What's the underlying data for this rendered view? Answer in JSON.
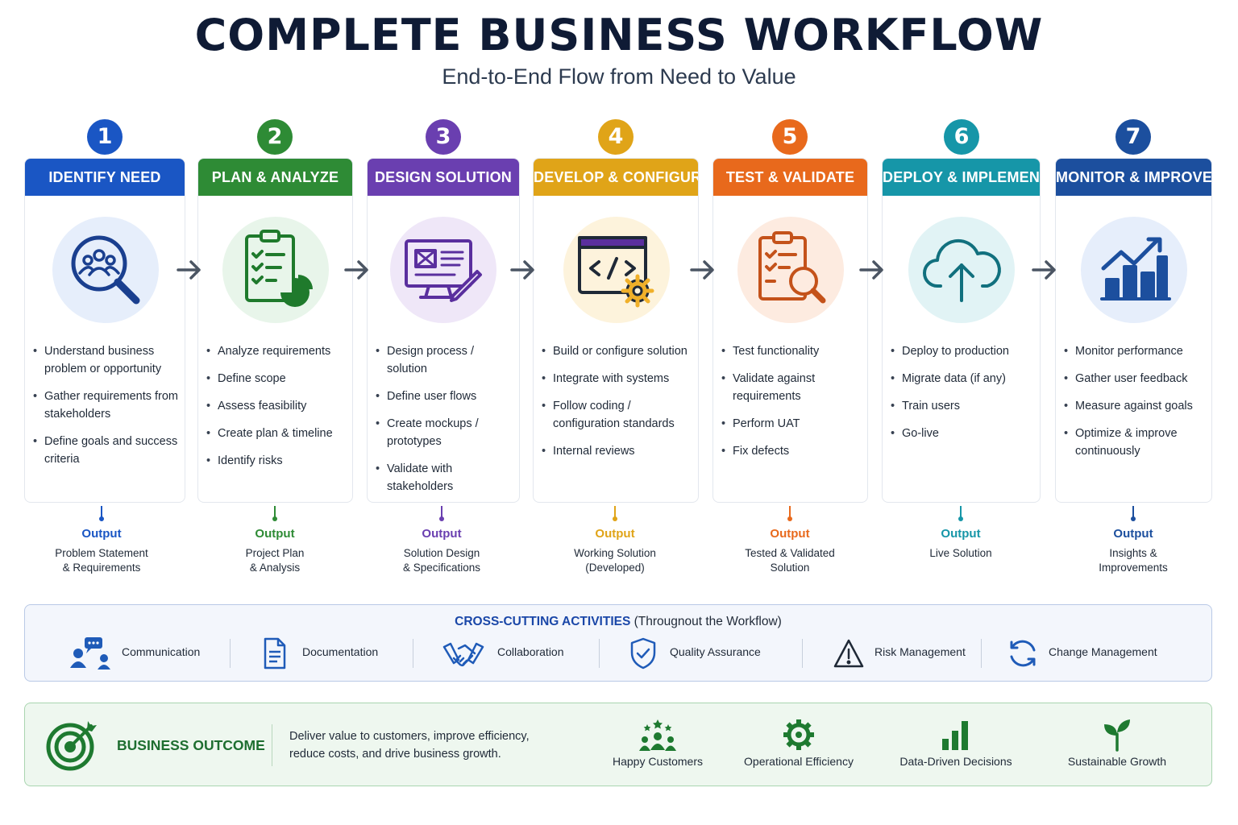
{
  "title": "COMPLETE BUSINESS WORKFLOW",
  "subtitle": "End-to-End Flow from Need to Value",
  "steps": [
    {
      "number": "1",
      "title": "IDENTIFY NEED",
      "color": "#1a56c4",
      "tint": "#e6eefb",
      "icon": "search-people-icon",
      "bullets": [
        "Understand business problem or opportunity",
        "Gather requirements from stakeholders",
        "Define goals and success criteria"
      ],
      "output_label": "Output",
      "output": "Problem Statement\n& Requirements"
    },
    {
      "number": "2",
      "title": "PLAN & ANALYZE",
      "color": "#2e8b35",
      "tint": "#e8f5ea",
      "icon": "clipboard-chart-icon",
      "bullets": [
        "Analyze requirements",
        "Define scope",
        "Assess feasibility",
        "Create plan & timeline",
        "Identify risks"
      ],
      "output_label": "Output",
      "output": "Project Plan\n& Analysis"
    },
    {
      "number": "3",
      "title": "DESIGN SOLUTION",
      "color": "#6a3fb0",
      "tint": "#efe7f8",
      "icon": "design-monitor-icon",
      "bullets": [
        "Design process / solution",
        "Define user flows",
        "Create mockups / prototypes",
        "Validate with stakeholders"
      ],
      "output_label": "Output",
      "output": "Solution Design\n& Specifications"
    },
    {
      "number": "4",
      "title": "DEVELOP & CONFIGURE",
      "color": "#e0a418",
      "tint": "#fdf3dc",
      "icon": "code-gear-icon",
      "bullets": [
        "Build or configure solution",
        "Integrate with systems",
        "Follow coding / configuration standards",
        "Internal reviews"
      ],
      "output_label": "Output",
      "output": "Working Solution\n(Developed)"
    },
    {
      "number": "5",
      "title": "TEST & VALIDATE",
      "color": "#e8691c",
      "tint": "#fdebe0",
      "icon": "checklist-magnifier-icon",
      "bullets": [
        "Test functionality",
        "Validate against requirements",
        "Perform UAT",
        "Fix defects"
      ],
      "output_label": "Output",
      "output": "Tested & Validated\nSolution"
    },
    {
      "number": "6",
      "title": "DEPLOY & IMPLEMENT",
      "color": "#1696a8",
      "tint": "#e1f3f5",
      "icon": "cloud-upload-icon",
      "bullets": [
        "Deploy to production",
        "Migrate data (if any)",
        "Train users",
        "Go-live"
      ],
      "output_label": "Output",
      "output": "Live Solution"
    },
    {
      "number": "7",
      "title": "MONITOR & IMPROVE",
      "color": "#1c4f9e",
      "tint": "#e6eefb",
      "icon": "growth-chart-icon",
      "bullets": [
        "Monitor performance",
        "Gather user feedback",
        "Measure against goals",
        "Optimize & improve continuously"
      ],
      "output_label": "Output",
      "output": "Insights &\nImprovements"
    }
  ],
  "cross_cutting": {
    "title_strong": "CROSS-CUTTING ACTIVITIES",
    "title_weak": " (Througnout the Workflow)",
    "items": [
      {
        "label": "Communication",
        "icon": "chat-people-icon"
      },
      {
        "label": "Documentation",
        "icon": "document-icon"
      },
      {
        "label": "Collaboration",
        "icon": "handshake-icon"
      },
      {
        "label": "Quality Assurance",
        "icon": "shield-check-icon"
      },
      {
        "label": "Risk Management",
        "icon": "warning-icon"
      },
      {
        "label": "Change Management",
        "icon": "refresh-icon"
      }
    ]
  },
  "outcome": {
    "title": "BUSINESS OUTCOME",
    "text": "Deliver value to customers, improve efficiency, reduce costs, and drive business growth.",
    "benefits": [
      {
        "label": "Happy Customers",
        "icon": "customers-stars-icon"
      },
      {
        "label": "Operational Efficiency",
        "icon": "gear-icon"
      },
      {
        "label": "Data-Driven Decisions",
        "icon": "bar-chart-icon"
      },
      {
        "label": "Sustainable Growth",
        "icon": "sprout-icon"
      }
    ]
  }
}
